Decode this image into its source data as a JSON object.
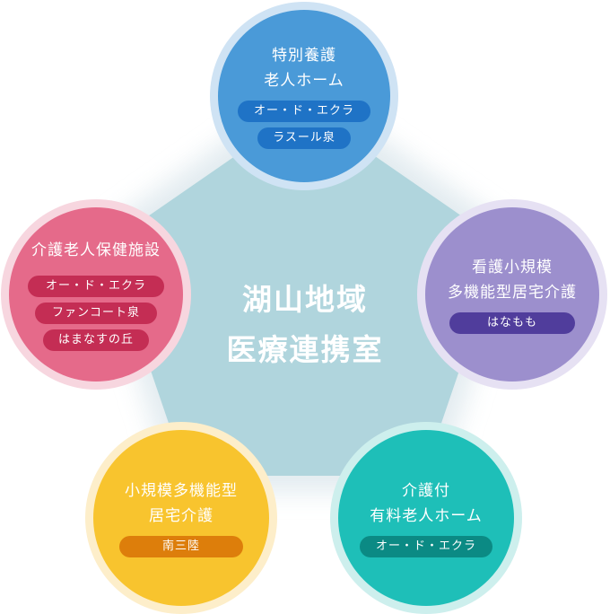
{
  "center": {
    "line1": "湖山地域",
    "line2": "医療連携室"
  },
  "nodes": {
    "top": {
      "title1": "特別養護",
      "title2": "老人ホーム",
      "pills": [
        "オー・ド・エクラ",
        "ラスール泉"
      ],
      "color": "#4a9ad8",
      "pill_color": "#1f73c6",
      "halo": "#cfe3f4"
    },
    "left": {
      "title1": "介護老人保健施設",
      "title2": "",
      "pills": [
        "オー・ド・エクラ",
        "ファンコート泉",
        "はまなすの丘"
      ],
      "color": "#e56a8a",
      "pill_color": "#c42d54",
      "halo": "#f7d6df"
    },
    "right": {
      "title1": "看護小規模",
      "title2": "多機能型居宅介護",
      "pills": [
        "はなもも"
      ],
      "color": "#9c8fcd",
      "pill_color": "#503d9c",
      "halo": "#e6e1f3"
    },
    "bottom_left": {
      "title1": "小規模多機能型",
      "title2": "居宅介護",
      "pills": [
        "南三陸"
      ],
      "color": "#f8c42e",
      "pill_color": "#dd7e0b",
      "halo": "#fdeeca"
    },
    "bottom_right": {
      "title1": "介護付",
      "title2": "有料老人ホーム",
      "pills": [
        "オー・ド・エクラ"
      ],
      "color": "#1ebfb8",
      "pill_color": "#0b8a84",
      "halo": "#cdefed"
    }
  }
}
